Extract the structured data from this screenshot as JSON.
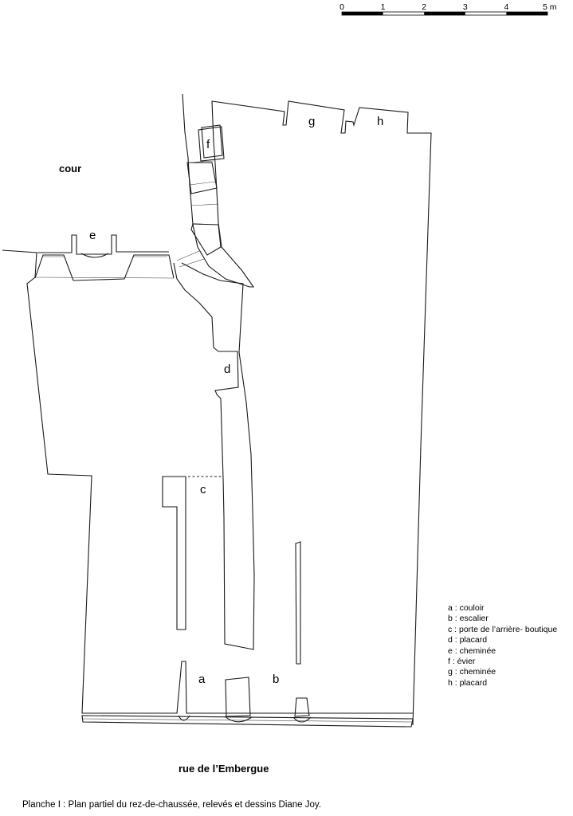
{
  "scale_bar": {
    "ticks": [
      "0",
      "1",
      "2",
      "3",
      "4",
      "5 m"
    ]
  },
  "places": {
    "courtyard": "cour",
    "street": "rue de l’Embergue"
  },
  "room_labels": {
    "a": "a",
    "b": "b",
    "c": "c",
    "d": "d",
    "e": "e",
    "f": "f",
    "g": "g",
    "h": "h"
  },
  "legend": [
    "a : couloir",
    "b : escalier",
    "c : porte de l’arrière- boutique",
    "d : placard",
    "e : cheminée",
    "f : évier",
    "g : cheminée",
    "h : placard"
  ],
  "caption": "Planche I : Plan partiel du rez-de-chaussée, relevés et dessins Diane Joy."
}
